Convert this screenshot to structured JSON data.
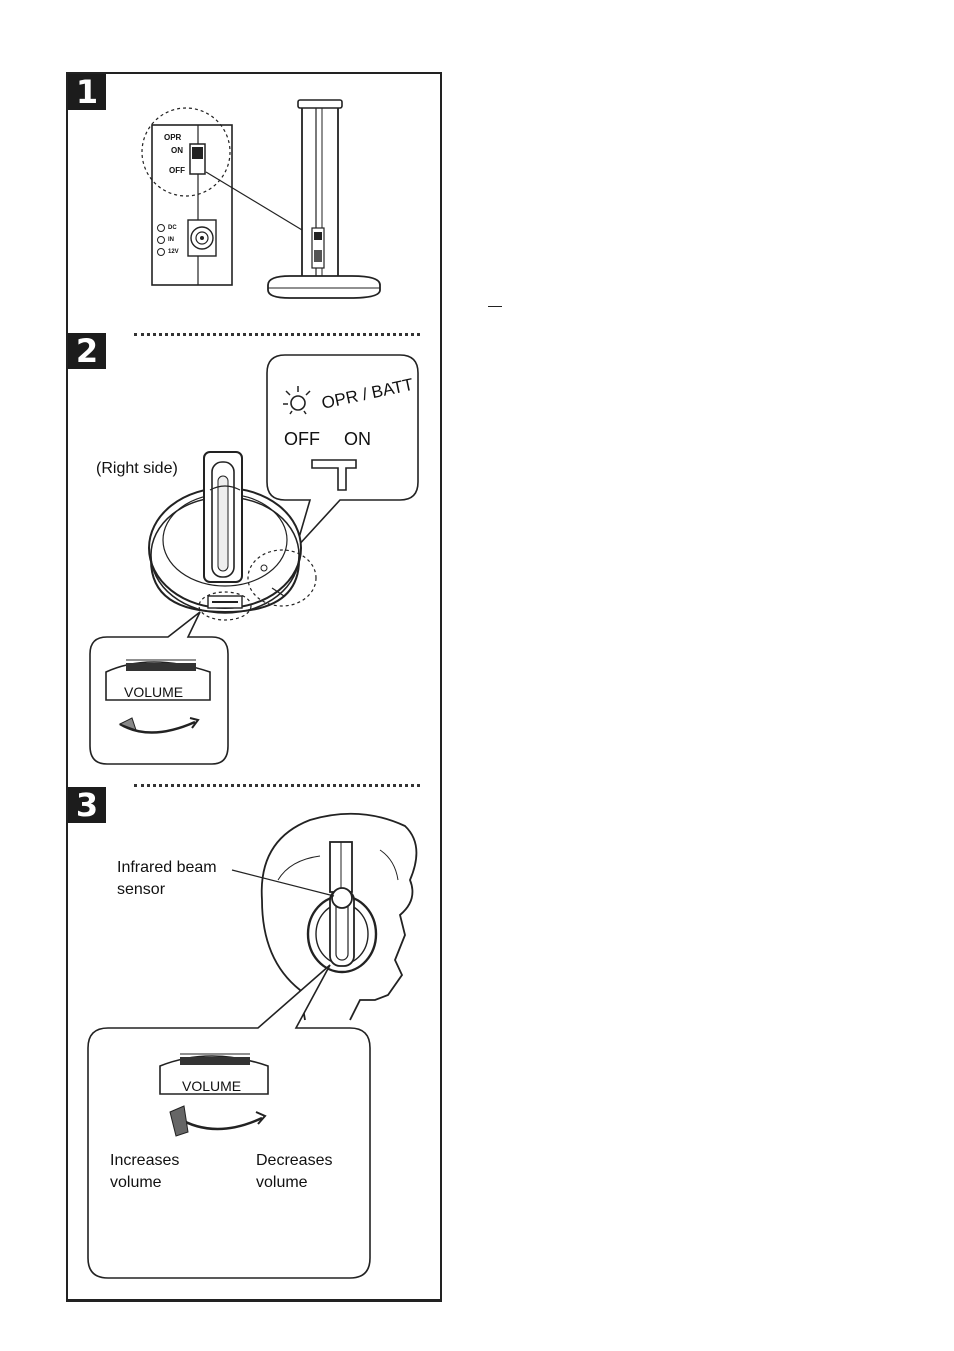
{
  "steps": [
    {
      "number": "1"
    },
    {
      "number": "2"
    },
    {
      "number": "3"
    }
  ],
  "step1": {
    "opr": "OPR",
    "on": "ON",
    "off": "OFF",
    "dc": "DC",
    "in": "IN",
    "v12": "12V"
  },
  "step2": {
    "indicator": "OPR / BATT",
    "off": "OFF",
    "on": "ON",
    "side": "(Right side)",
    "volume": "VOLUME"
  },
  "step3": {
    "sensor": "Infrared beam\nsensor",
    "volume": "VOLUME",
    "increase": "Increases\nvolume",
    "decrease": "Decreases\nvolume"
  }
}
